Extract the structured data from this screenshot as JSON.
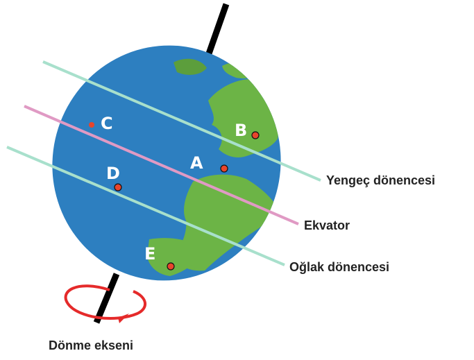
{
  "labels": {
    "tropic_cancer": "Yengeç dönencesi",
    "equator": "Ekvator",
    "tropic_capricorn": "Oğlak dönencesi",
    "rotation_axis": "Dönme ekseni"
  },
  "points": [
    {
      "id": "A",
      "label": "A"
    },
    {
      "id": "B",
      "label": "B"
    },
    {
      "id": "C",
      "label": "C"
    },
    {
      "id": "D",
      "label": "D"
    },
    {
      "id": "E",
      "label": "E"
    }
  ],
  "colors": {
    "tropic_lines": "#a8e0cc",
    "equator_line": "#e09ac4",
    "ocean": "#2d7fc0",
    "land": "#6cb446",
    "night_side": "#0b0b0b",
    "axis": "#000000",
    "rotation_arrow": "#e52a2a",
    "point_marker": "#e8452c"
  }
}
